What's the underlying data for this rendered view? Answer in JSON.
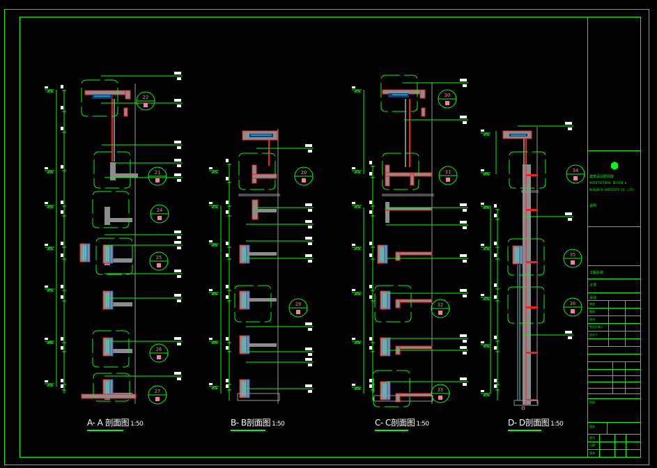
{
  "drawing": {
    "type": "CAD section drawing",
    "background_color": "#000000",
    "frame_color": "#00ff00",
    "colors": {
      "frame": "#00ff00",
      "concrete": "#8c8c8c",
      "outline_red": "#ff1a1a",
      "glass_cyan": "#00ffff",
      "frame_blue": "#1e5fd0",
      "callout_pink": "#ff7aa0",
      "text": "#ffffff",
      "grid_gray": "#9a9a9a"
    }
  },
  "views": [
    {
      "id": "A-A",
      "title": "A- A 剖面图",
      "scale": "1:50",
      "callouts": [
        "22",
        "21",
        "24",
        "25",
        "26",
        "27"
      ]
    },
    {
      "id": "B-B",
      "title": "B- B剖面图",
      "scale": "1:50",
      "callouts": [
        "20",
        "29"
      ]
    },
    {
      "id": "C-C",
      "title": "C- C剖面图",
      "scale": "1:50",
      "callouts": [
        "30",
        "31",
        "32",
        "33"
      ]
    },
    {
      "id": "D-D",
      "title": "D- D剖面图",
      "scale": "1:50",
      "callouts": [
        "34",
        "35",
        "36"
      ]
    }
  ],
  "title_block": {
    "company_cn": "建筑设计研究院",
    "company_en_line1": "ARCHITECTURAL DESIGN &",
    "company_en_line2": "RESEARCH INSTITUTE CO.,LTD.",
    "logo_icon": "hexagon-logo-icon",
    "notes_label": "说明",
    "rows": [
      "工程名称",
      "子项",
      "设计",
      "审定",
      "审核",
      "校对",
      "专业负责人",
      "设计人"
    ],
    "stage_label": "阶段",
    "drawing_name_label": "图名",
    "drawing_no_label": "图号",
    "date_label": "日期",
    "version_label": "版本"
  }
}
